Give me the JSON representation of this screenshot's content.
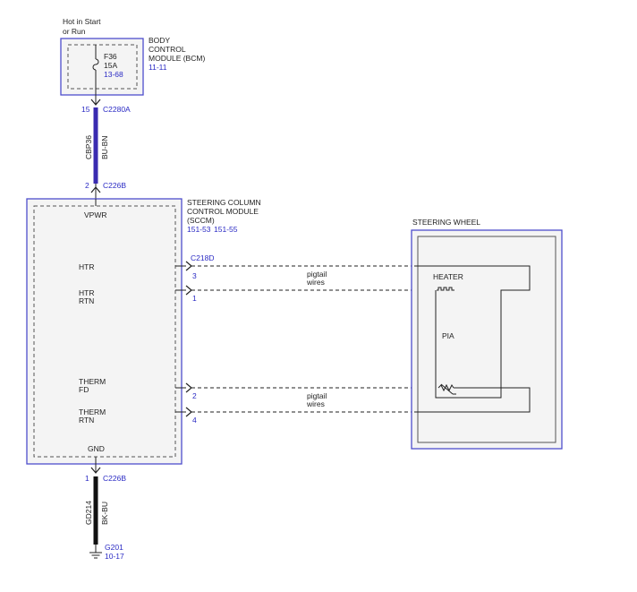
{
  "power": {
    "line1": "Hot in Start",
    "line2": "or Run"
  },
  "bcm": {
    "name_line1": "BODY",
    "name_line2": "CONTROL",
    "name_line3": "MODULE (BCM)",
    "ref": "11-11",
    "fuse_id": "F36",
    "fuse_rating": "15A",
    "fuse_ref": "13-68"
  },
  "conn_c2280a": {
    "pin": "15",
    "name": "C2280A"
  },
  "wire_top": {
    "circuit": "CBP36",
    "color": "BU-BN"
  },
  "conn_c226b_top": {
    "pin": "2",
    "name": "C226B"
  },
  "sccm": {
    "name_line1": "STEERING COLUMN",
    "name_line2": "CONTROL MODULE",
    "name_line3": "(SCCM)",
    "ref1": "151-53",
    "ref2": "151-55",
    "vpwr": "VPWR",
    "htr": "HTR",
    "htr_rtn_1": "HTR",
    "htr_rtn_2": "RTN",
    "therm_fd_1": "THERM",
    "therm_fd_2": "FD",
    "therm_rtn_1": "THERM",
    "therm_rtn_2": "RTN",
    "gnd": "GND"
  },
  "conn_c218d": {
    "name": "C218D",
    "pin_a": "3",
    "pin_b": "1",
    "pin_c": "2",
    "pin_d": "4"
  },
  "pigtail": {
    "top_1": "pigtail",
    "top_2": "wires",
    "bot_1": "pigtail",
    "bot_2": "wires"
  },
  "wheel": {
    "title": "STEERING WHEEL",
    "heater": "HEATER",
    "pia": "PIA"
  },
  "conn_c226b_bottom": {
    "pin": "1",
    "name": "C226B"
  },
  "wire_bottom": {
    "circuit": "GD214",
    "color": "BK-BU"
  },
  "ground": {
    "name": "G201",
    "ref": "10-17"
  },
  "colors": {
    "box_outline": "#4d4dcc",
    "wire_blue": "#3a2bb0",
    "wire_black": "#111111",
    "ref_text": "#2b2bc4"
  }
}
